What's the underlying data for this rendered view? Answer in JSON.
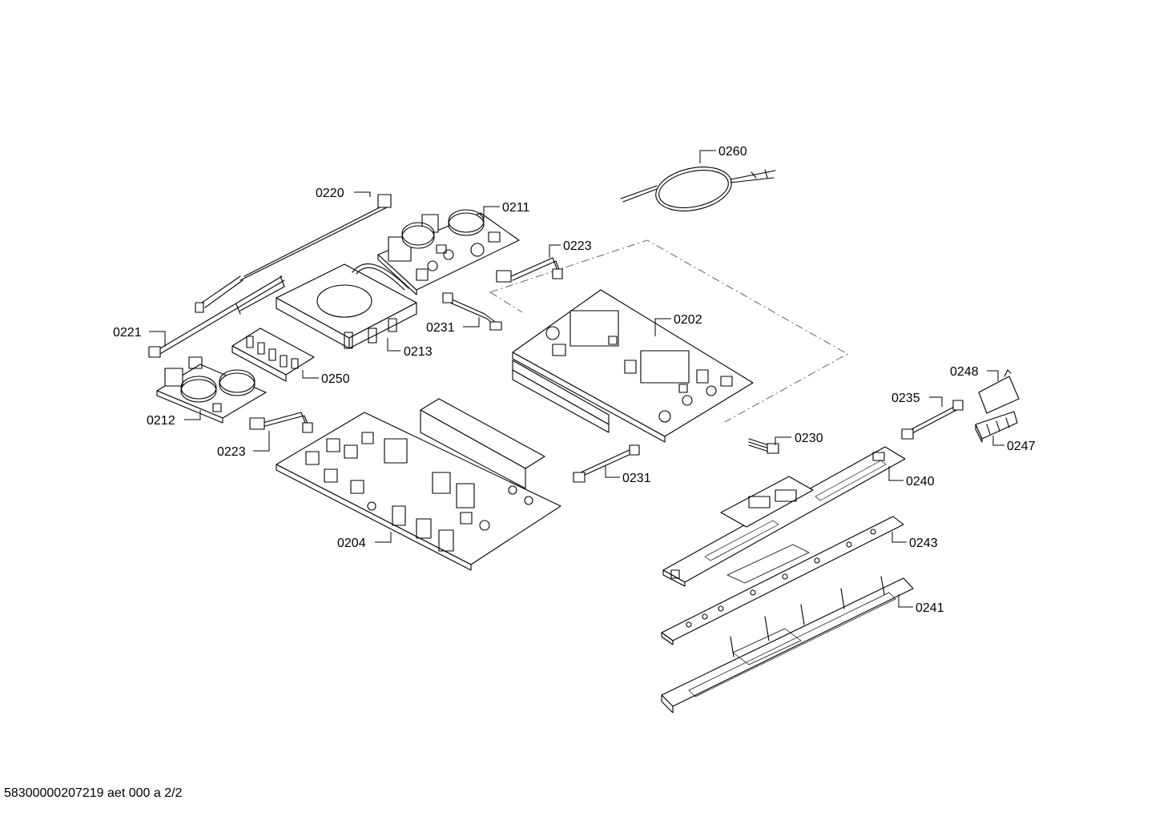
{
  "footer_text": "58300000207219 aet 000 a 2/2",
  "callouts": {
    "c0260": "0260",
    "c0220": "0220",
    "c0211": "0211",
    "c0223a": "0223",
    "c0221": "0221",
    "c0231a": "0231",
    "c0202": "0202",
    "c0213": "0213",
    "c0250": "0250",
    "c0212": "0212",
    "c0223b": "0223",
    "c0204": "0204",
    "c0231b": "0231",
    "c0230": "0230",
    "c0248": "0248",
    "c0235": "0235",
    "c0247": "0247",
    "c0240": "0240",
    "c0243": "0243",
    "c0241": "0241"
  }
}
